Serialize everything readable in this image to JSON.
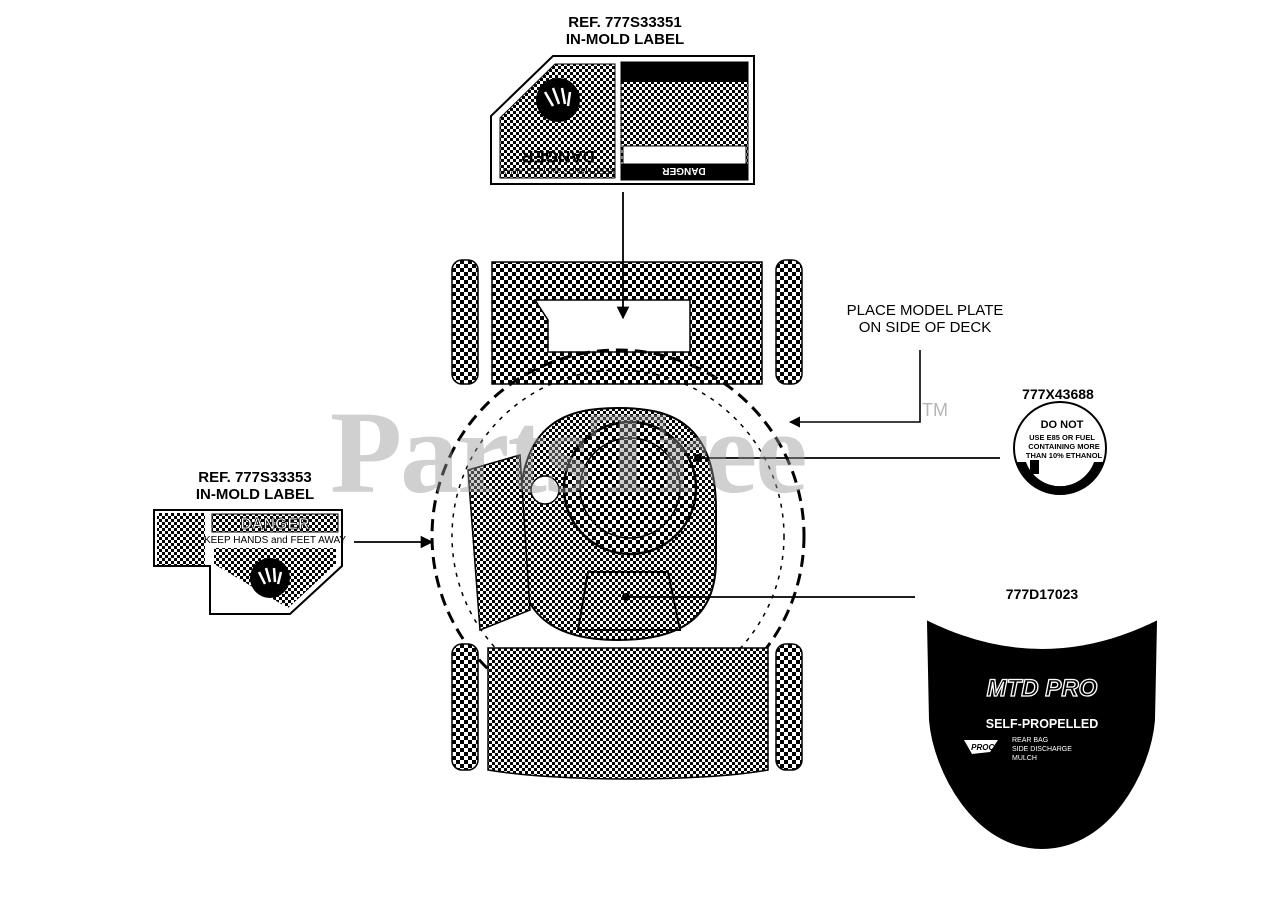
{
  "labels": {
    "top_ref": "REF. 777S33351",
    "top_sub": "IN-MOLD LABEL",
    "left_ref": "REF. 777S33353",
    "left_sub": "IN-MOLD LABEL",
    "model_plate_line1": "PLACE MODEL PLATE",
    "model_plate_line2": "ON SIDE OF DECK",
    "fuel_part": "777X43688",
    "decal_part": "777D17023"
  },
  "fuel_decal": {
    "line1": "DO NOT",
    "line2": "USE E85 OR FUEL",
    "line3": "CONTAINING MORE",
    "line4": "THAN 10% ETHANOL"
  },
  "left_danger": {
    "title": "DANGER",
    "subtitle": "KEEP HANDS and FEET AWAY"
  },
  "top_danger": {
    "title": "DANGER",
    "subtitle": "KEEP HANDS and FEET AWAY",
    "panel_title": "DANGER"
  },
  "hood_decal": {
    "brand": "MTD PRO",
    "line1": "SELF-PROPELLED",
    "sub_brand": "PROCUT",
    "feature1": "REAR BAG",
    "feature2": "SIDE DISCHARGE",
    "feature3": "MULCH"
  },
  "watermark": {
    "text": "PartsTree",
    "tm": "TM"
  },
  "colors": {
    "ink": "#000000",
    "paper": "#ffffff",
    "watermark": "#969696"
  }
}
